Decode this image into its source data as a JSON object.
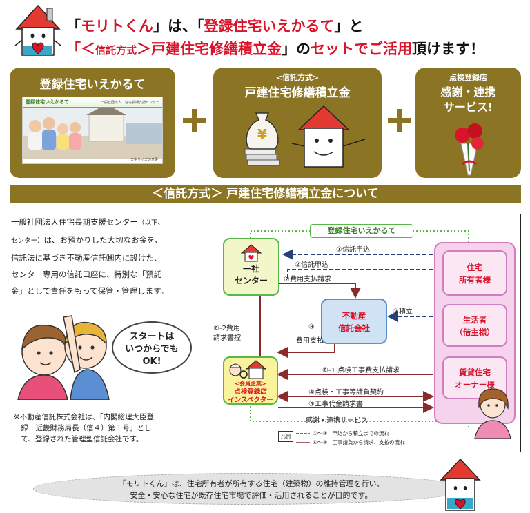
{
  "header": {
    "line1_open": "「",
    "line1_moritokun": "モリトくん",
    "line1_mid1": "」は、「",
    "line1_ieCarte": "登録住宅いえかるて",
    "line1_end": "」と",
    "line2_open": "「＜",
    "line2_method": "信託方式",
    "line2_close": "＞",
    "line2_fund": "戸建住宅修繕積立金",
    "line2_mid": "」の",
    "line2_set": "セットでご活用",
    "line2_end": "頂けます！"
  },
  "features": {
    "box1_title": "登録住宅いえかるて",
    "box1_screenshot_title": "登録住宅いえかるて",
    "box1_screenshot_org": "一般社団法人　住宅長期支援センター",
    "box1_screenshot_footer": "文字サイズの変更",
    "box2_sub": "<信託方式>",
    "box2_title": "戸建住宅修繕積立金",
    "yen": "¥",
    "box3_sub": "点検登録店",
    "box3_title1": "感謝・連携",
    "box3_title2": "サービス!"
  },
  "banner": {
    "text": "＜信託方式＞ 戸建住宅修繕積立金について"
  },
  "description": {
    "line1": "一般社団法人住宅長期支援センター",
    "line1_small": "（以下、",
    "line2_small": "センター）",
    "line2": "は、お預かりした大切なお金を、",
    "line3": "信託法に基づき不動産信託㈱内に設けた、",
    "line4": "センター専用の信託口座に、特別な「預託",
    "line5": "金」として責任をもって保管・管理します。"
  },
  "bubble": {
    "line1": "スタートは",
    "line2": "いつからでも",
    "line3": "OK!"
  },
  "note": {
    "line1": "※不動産信託株式会社は、「内閣総理大臣登",
    "line2": "　録　近畿財務局長（信４）第１号」とし",
    "line3": "　て、登録された管理型信託会社です。"
  },
  "diagram": {
    "top_label": "登録住宅いえかるて",
    "center_l1": "一社",
    "center_l2": "センター",
    "trust_l1": "不動産",
    "trust_l2": "信託会社",
    "owner_l1": "住宅",
    "owner_l2": "所有者様",
    "resident_l1": "生活者",
    "resident_l2": "（借主様）",
    "landlord_l1": "賃貸住宅",
    "landlord_l2": "オーナー様",
    "inspector_tag": "<会員企業>",
    "inspector_l1": "点検登録店",
    "inspector_l2": "インスペクター",
    "a1": "①信託申込",
    "a2": "②信託申込",
    "a7": "⑦費用支払請求",
    "a3": "③積立",
    "a8_num": "⑧",
    "a8": "費用支払",
    "a62_l1": "⑥-2費用",
    "a62_l2": "請求書控",
    "a61": "⑥-1 点検工事費支払請求",
    "a4": "④点検・工事等請負契約",
    "a5": "⑤工事代金請求書",
    "thanks": "感謝・連携サービス",
    "legend_title": "凡例",
    "legend1": "①～③　申込から積立までの流れ",
    "legend2": "④～⑧　工事請負から請求、支払の流れ"
  },
  "footer": {
    "line1": "「モリトくん」は、住宅所有者が所有する住宅（建築物）の維持管理を行い、",
    "line2": "安全・安心な住宅が既存住宅市場で評価・活用されることが目的です。"
  },
  "colors": {
    "accent_red": "#d8132a",
    "olive": "#8b7424",
    "node_green_fill": "#f2f7c9",
    "node_green_border": "#58b748",
    "trust_fill": "#cfe3f5",
    "trust_border": "#5b8fc9",
    "owner_fill": "#f6d3ec",
    "owner_border": "#d37cc0",
    "inspector_fill": "#fbf39b",
    "arrow_blue": "#25407d",
    "arrow_red": "#8a2b2b"
  }
}
